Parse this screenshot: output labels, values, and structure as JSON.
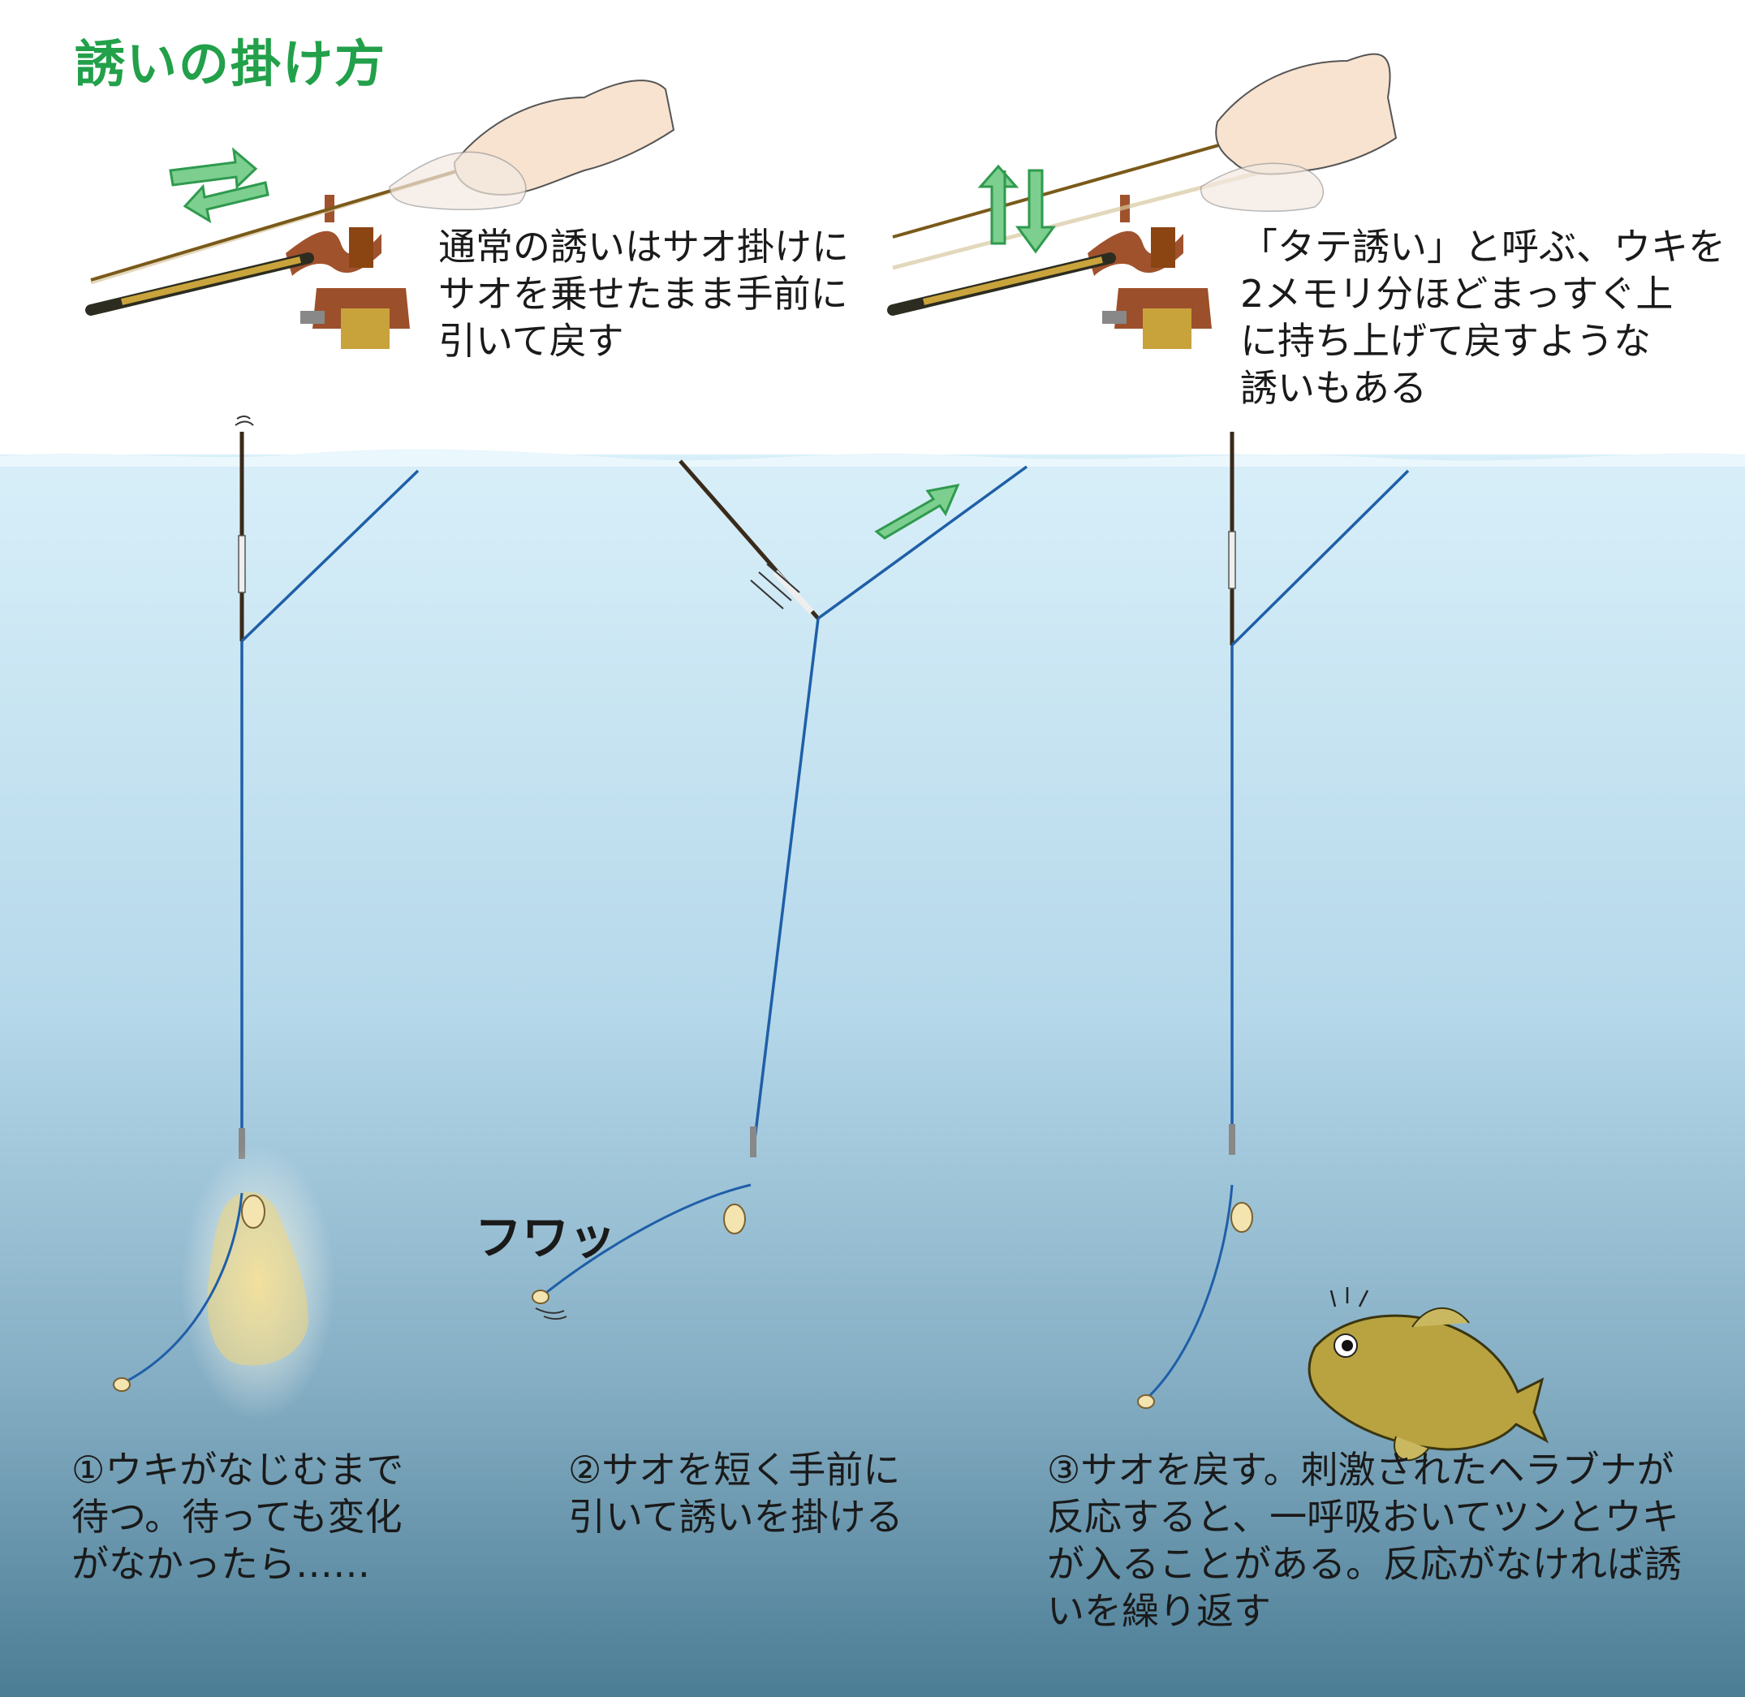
{
  "title": "誘いの掛け方",
  "captions": {
    "normal_sasoi": "通常の誘いはサオ掛けに\nサオを乗せたまま手前に\n引いて戻す",
    "tate_sasoi": "「タテ誘い」と呼ぶ、ウキを\n2メモリ分ほどまっすぐ上\nに持ち上げて戻すような\n誘いもある"
  },
  "steps": [
    {
      "text": "①ウキがなじむまで\n待つ。待っても変化\nがなかったら……"
    },
    {
      "text": "②サオを短く手前に\n引いて誘いを掛ける"
    },
    {
      "text": "③サオを戻す。刺激されたヘラブナが\n反応すると、一呼吸おいてツンとウキ\nが入ることがある。反応がなければ誘\nいを繰り返す"
    }
  ],
  "sound_effect": "フワッ",
  "colors": {
    "title_green": "#22a04a",
    "arrow_green": "#3dae5c",
    "line_blue": "#1f5fa8",
    "water_top": "#d6eef8",
    "water_bottom": "#4c7f97",
    "rod_holder": "#a0522d",
    "bait": "#e6b838"
  }
}
